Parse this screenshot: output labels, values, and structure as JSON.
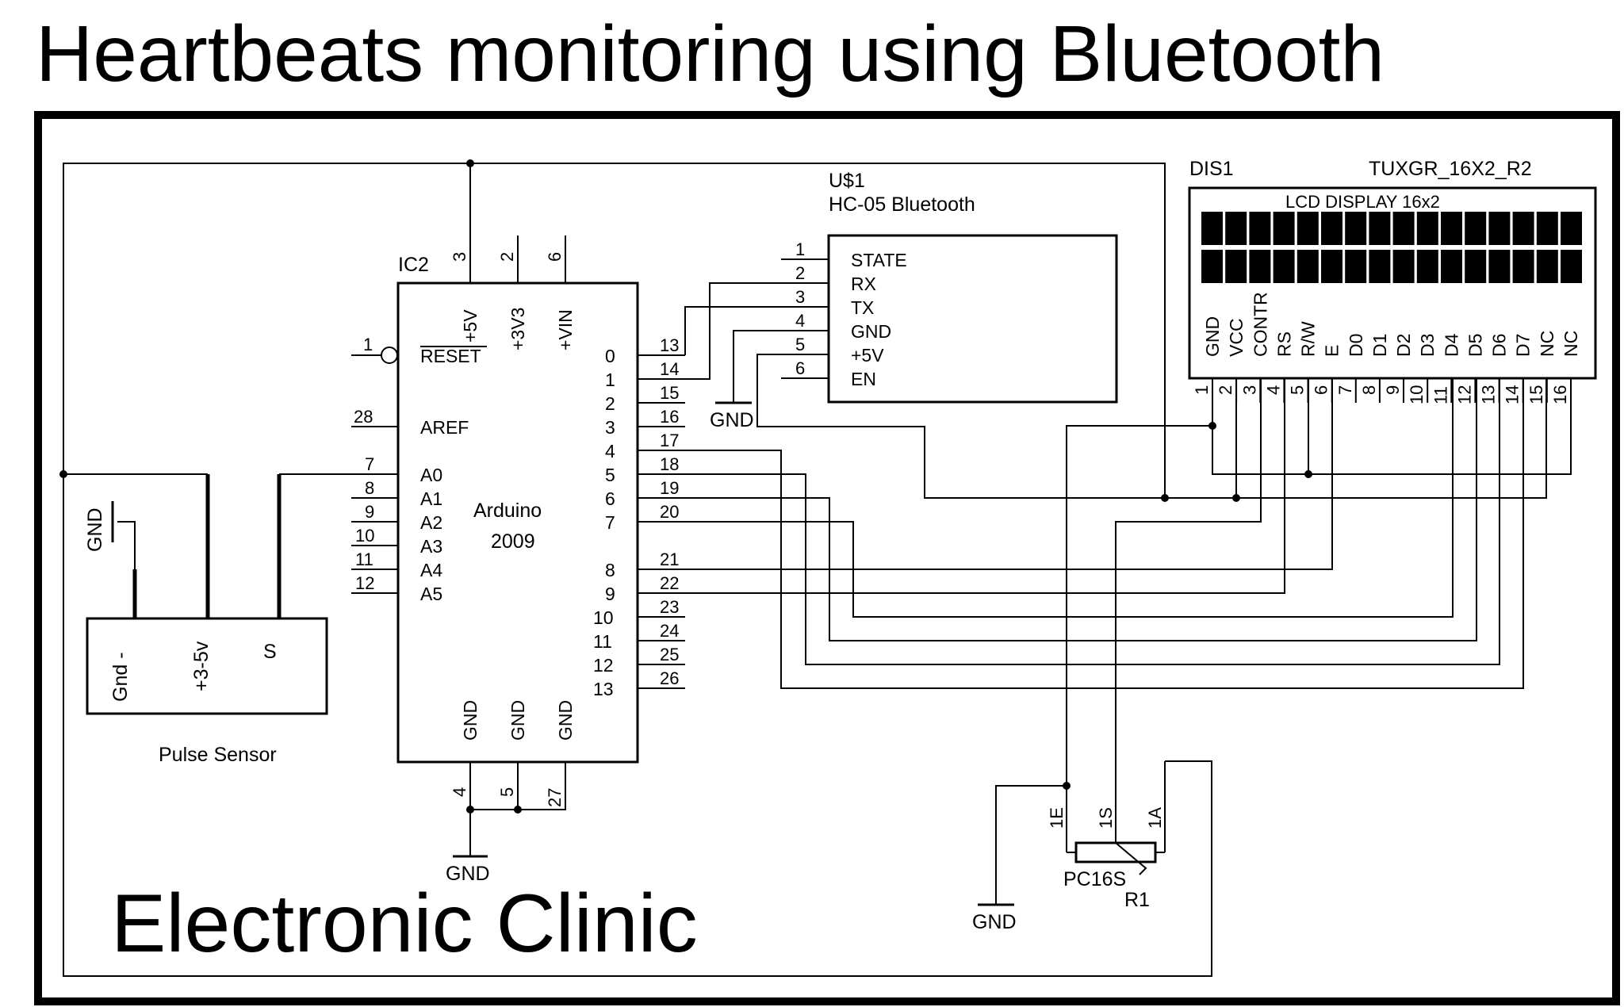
{
  "title": "Heartbeats monitoring using Bluetooth",
  "brand": "Electronic Clinic",
  "gnd_label": "GND",
  "arduino": {
    "designator": "IC2",
    "name_line1": "Arduino",
    "name_line2": "2009",
    "top_pins": [
      {
        "num": "3",
        "name": "+5V"
      },
      {
        "num": "2",
        "name": "+3V3"
      },
      {
        "num": "6",
        "name": "+VIN"
      }
    ],
    "reset": {
      "num": "1",
      "name": "RESET"
    },
    "aref": {
      "num": "28",
      "name": "AREF"
    },
    "analog_pins": [
      {
        "num": "7",
        "name": "A0"
      },
      {
        "num": "8",
        "name": "A1"
      },
      {
        "num": "9",
        "name": "A2"
      },
      {
        "num": "10",
        "name": "A3"
      },
      {
        "num": "11",
        "name": "A4"
      },
      {
        "num": "12",
        "name": "A5"
      }
    ],
    "digital_pins": [
      {
        "num": "13",
        "name": "0"
      },
      {
        "num": "14",
        "name": "1"
      },
      {
        "num": "15",
        "name": "2"
      },
      {
        "num": "16",
        "name": "3"
      },
      {
        "num": "17",
        "name": "4"
      },
      {
        "num": "18",
        "name": "5"
      },
      {
        "num": "19",
        "name": "6"
      },
      {
        "num": "20",
        "name": "7"
      },
      {
        "num": "21",
        "name": "8"
      },
      {
        "num": "22",
        "name": "9"
      },
      {
        "num": "23",
        "name": "10"
      },
      {
        "num": "24",
        "name": "11"
      },
      {
        "num": "25",
        "name": "12"
      },
      {
        "num": "26",
        "name": "13"
      }
    ],
    "bottom_pins": [
      {
        "num": "4",
        "name": "GND"
      },
      {
        "num": "5",
        "name": "GND"
      },
      {
        "num": "27",
        "name": "GND"
      }
    ]
  },
  "bluetooth": {
    "designator": "U$1",
    "name": "HC-05 Bluetooth",
    "pins": [
      {
        "num": "1",
        "name": "STATE"
      },
      {
        "num": "2",
        "name": "RX"
      },
      {
        "num": "3",
        "name": "TX"
      },
      {
        "num": "4",
        "name": "GND"
      },
      {
        "num": "5",
        "name": "+5V"
      },
      {
        "num": "6",
        "name": "EN"
      }
    ]
  },
  "lcd": {
    "designator": "DIS1",
    "model": "TUXGR_16X2_R2",
    "caption": "LCD DISPLAY 16x2",
    "columns": 16,
    "rows": 2,
    "pins": [
      {
        "num": "1",
        "name": "GND"
      },
      {
        "num": "2",
        "name": "VCC"
      },
      {
        "num": "3",
        "name": "CONTR"
      },
      {
        "num": "4",
        "name": "RS"
      },
      {
        "num": "5",
        "name": "R/W"
      },
      {
        "num": "6",
        "name": "E"
      },
      {
        "num": "7",
        "name": "D0"
      },
      {
        "num": "8",
        "name": "D1"
      },
      {
        "num": "9",
        "name": "D2"
      },
      {
        "num": "10",
        "name": "D3"
      },
      {
        "num": "11",
        "name": "D4"
      },
      {
        "num": "12",
        "name": "D5"
      },
      {
        "num": "13",
        "name": "D6"
      },
      {
        "num": "14",
        "name": "D7"
      },
      {
        "num": "15",
        "name": "NC"
      },
      {
        "num": "16",
        "name": "NC"
      }
    ]
  },
  "pulse_sensor": {
    "name": "Pulse Sensor",
    "pins": [
      "Gnd -",
      "+3-5v",
      "S"
    ]
  },
  "potentiometer": {
    "model": "PC16S",
    "designator": "R1",
    "pins": [
      "1E",
      "1S",
      "1A"
    ]
  }
}
